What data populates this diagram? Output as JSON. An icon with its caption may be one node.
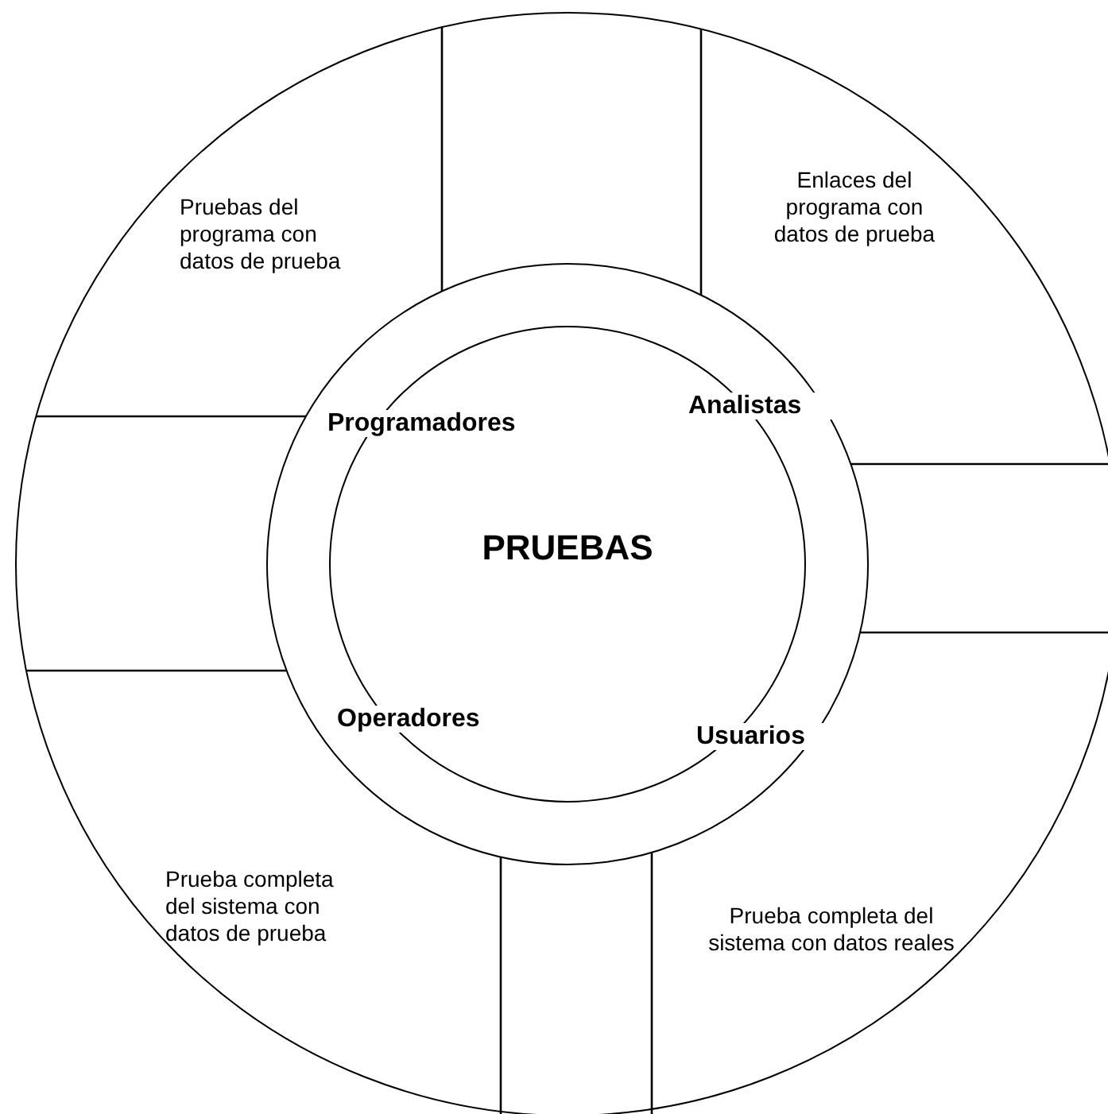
{
  "diagram": {
    "nodes": [
      {
        "text": [
          "PRUEBAS"
        ]
      }
    ],
    "labels": [
      "Pruebas del programa con datos de prueba",
      "Enlaces del programa con datos de prueba",
      "Programadores",
      "Analistas",
      "Operadores",
      "Usuarios",
      "Prueba completa del sistema con datos de prueba",
      "Prueba completa del sistema con datos reales"
    ]
  }
}
